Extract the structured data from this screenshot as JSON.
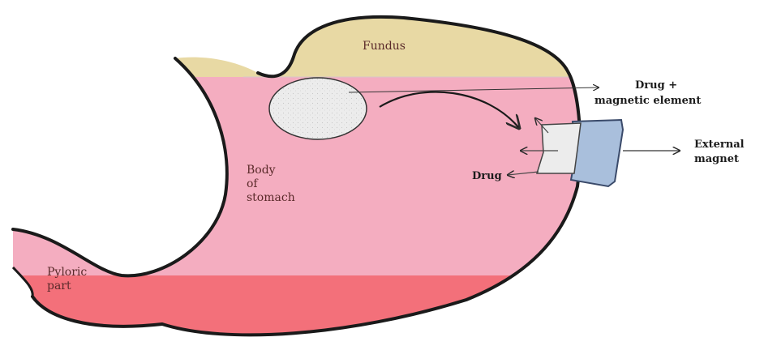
{
  "labels": {
    "fundus": "Fundus",
    "body_line1": "Body",
    "body_line2": "of",
    "body_line3": "stomach",
    "pyloric_line1": "Pyloric",
    "pyloric_line2": "part",
    "drug_magnetic_line1": "Drug +",
    "drug_magnetic_line2": "magnetic element",
    "external_magnet_line1": "External",
    "external_magnet_line2": "magnet",
    "drug": "Drug"
  },
  "colors": {
    "fundus": "#e8d9a4",
    "body": "#f4adc0",
    "pyloric": "#f3707a",
    "outline": "#1a1a1a",
    "external_magnet": "#a9bfdc",
    "drug_particle": "#ececec"
  }
}
